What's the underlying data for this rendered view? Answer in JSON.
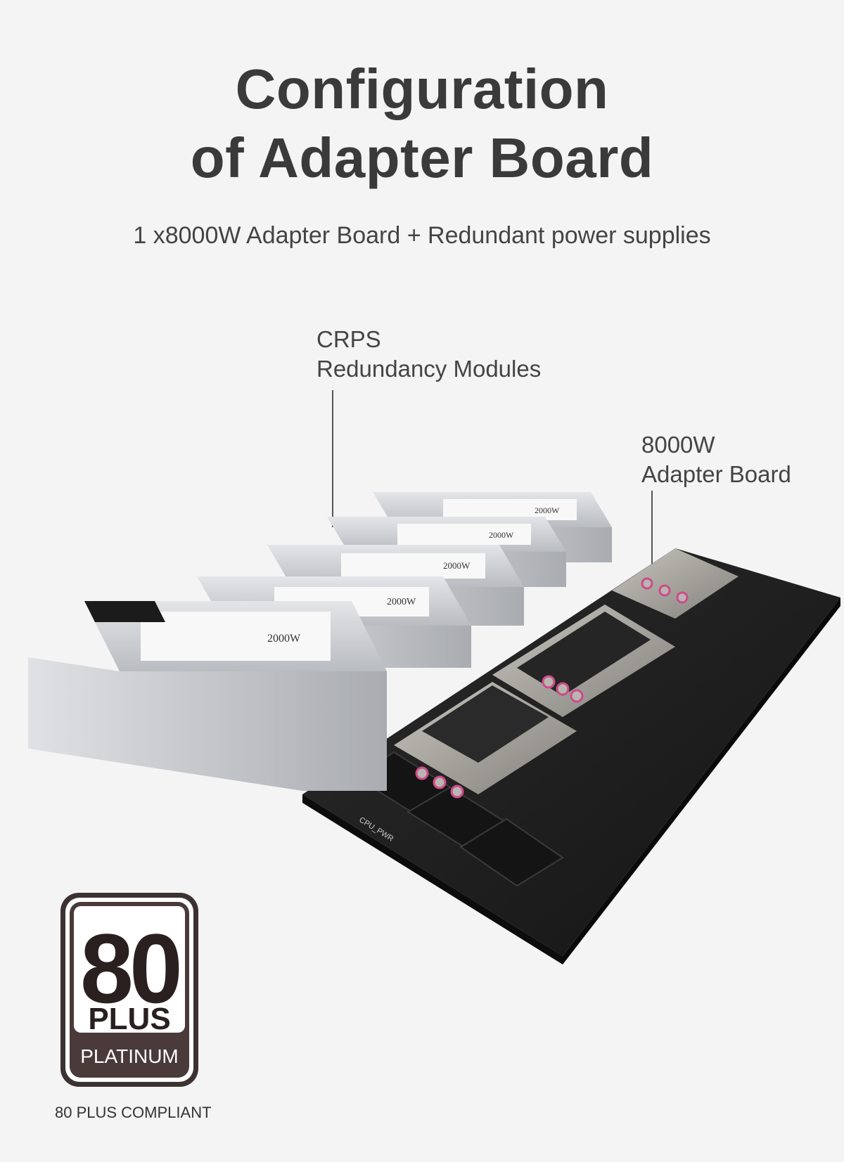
{
  "title": {
    "line1": "Configuration",
    "line2": "of Adapter Board"
  },
  "subtitle": "1 x8000W Adapter Board +  Redundant power supplies",
  "callouts": {
    "crps": {
      "line1": "CRPS",
      "line2": "Redundancy Modules"
    },
    "adapter": {
      "line1": "8000W",
      "line2": "Adapter Board"
    }
  },
  "psu_label": "2000W",
  "board_silkscreen": "CPU_PWR",
  "badge": {
    "big": "80",
    "plus": "PLUS",
    "tier": "PLATINUM",
    "caption": "80 PLUS COMPLIANT"
  },
  "colors": {
    "background": "#f4f4f4",
    "title": "#3a3a3a",
    "badge_dark": "#3d3232",
    "board": "#1e1e1e",
    "psu": "#c9ccd0"
  }
}
